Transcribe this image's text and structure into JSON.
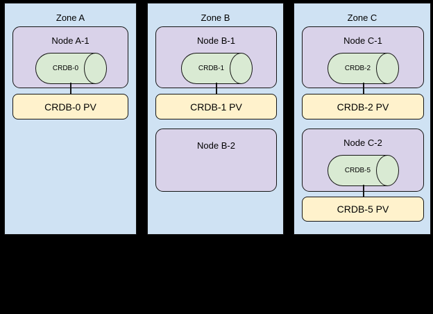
{
  "diagram": {
    "background_color": "#000000",
    "zone_fill": "#cfe2f3",
    "node_fill": "#d9d2e9",
    "pod_fill": "#d9ead3",
    "pv_fill": "#fff2cc",
    "border_color": "#141414"
  },
  "zones": [
    {
      "label": "Zone A",
      "node1": {
        "label": "Node A-1",
        "pod_label": "CRDB-0"
      },
      "pv1_label": "CRDB-0 PV"
    },
    {
      "label": "Zone B",
      "node1": {
        "label": "Node B-1",
        "pod_label": "CRDB-1"
      },
      "pv1_label": "CRDB-1 PV",
      "node2": {
        "label": "Node B-2"
      }
    },
    {
      "label": "Zone C",
      "node1": {
        "label": "Node C-1",
        "pod_label": "CRDB-2"
      },
      "pv1_label": "CRDB-2 PV",
      "node2": {
        "label": "Node C-2",
        "pod_label": "CRDB-5"
      },
      "pv2_label": "CRDB-5 PV"
    }
  ]
}
